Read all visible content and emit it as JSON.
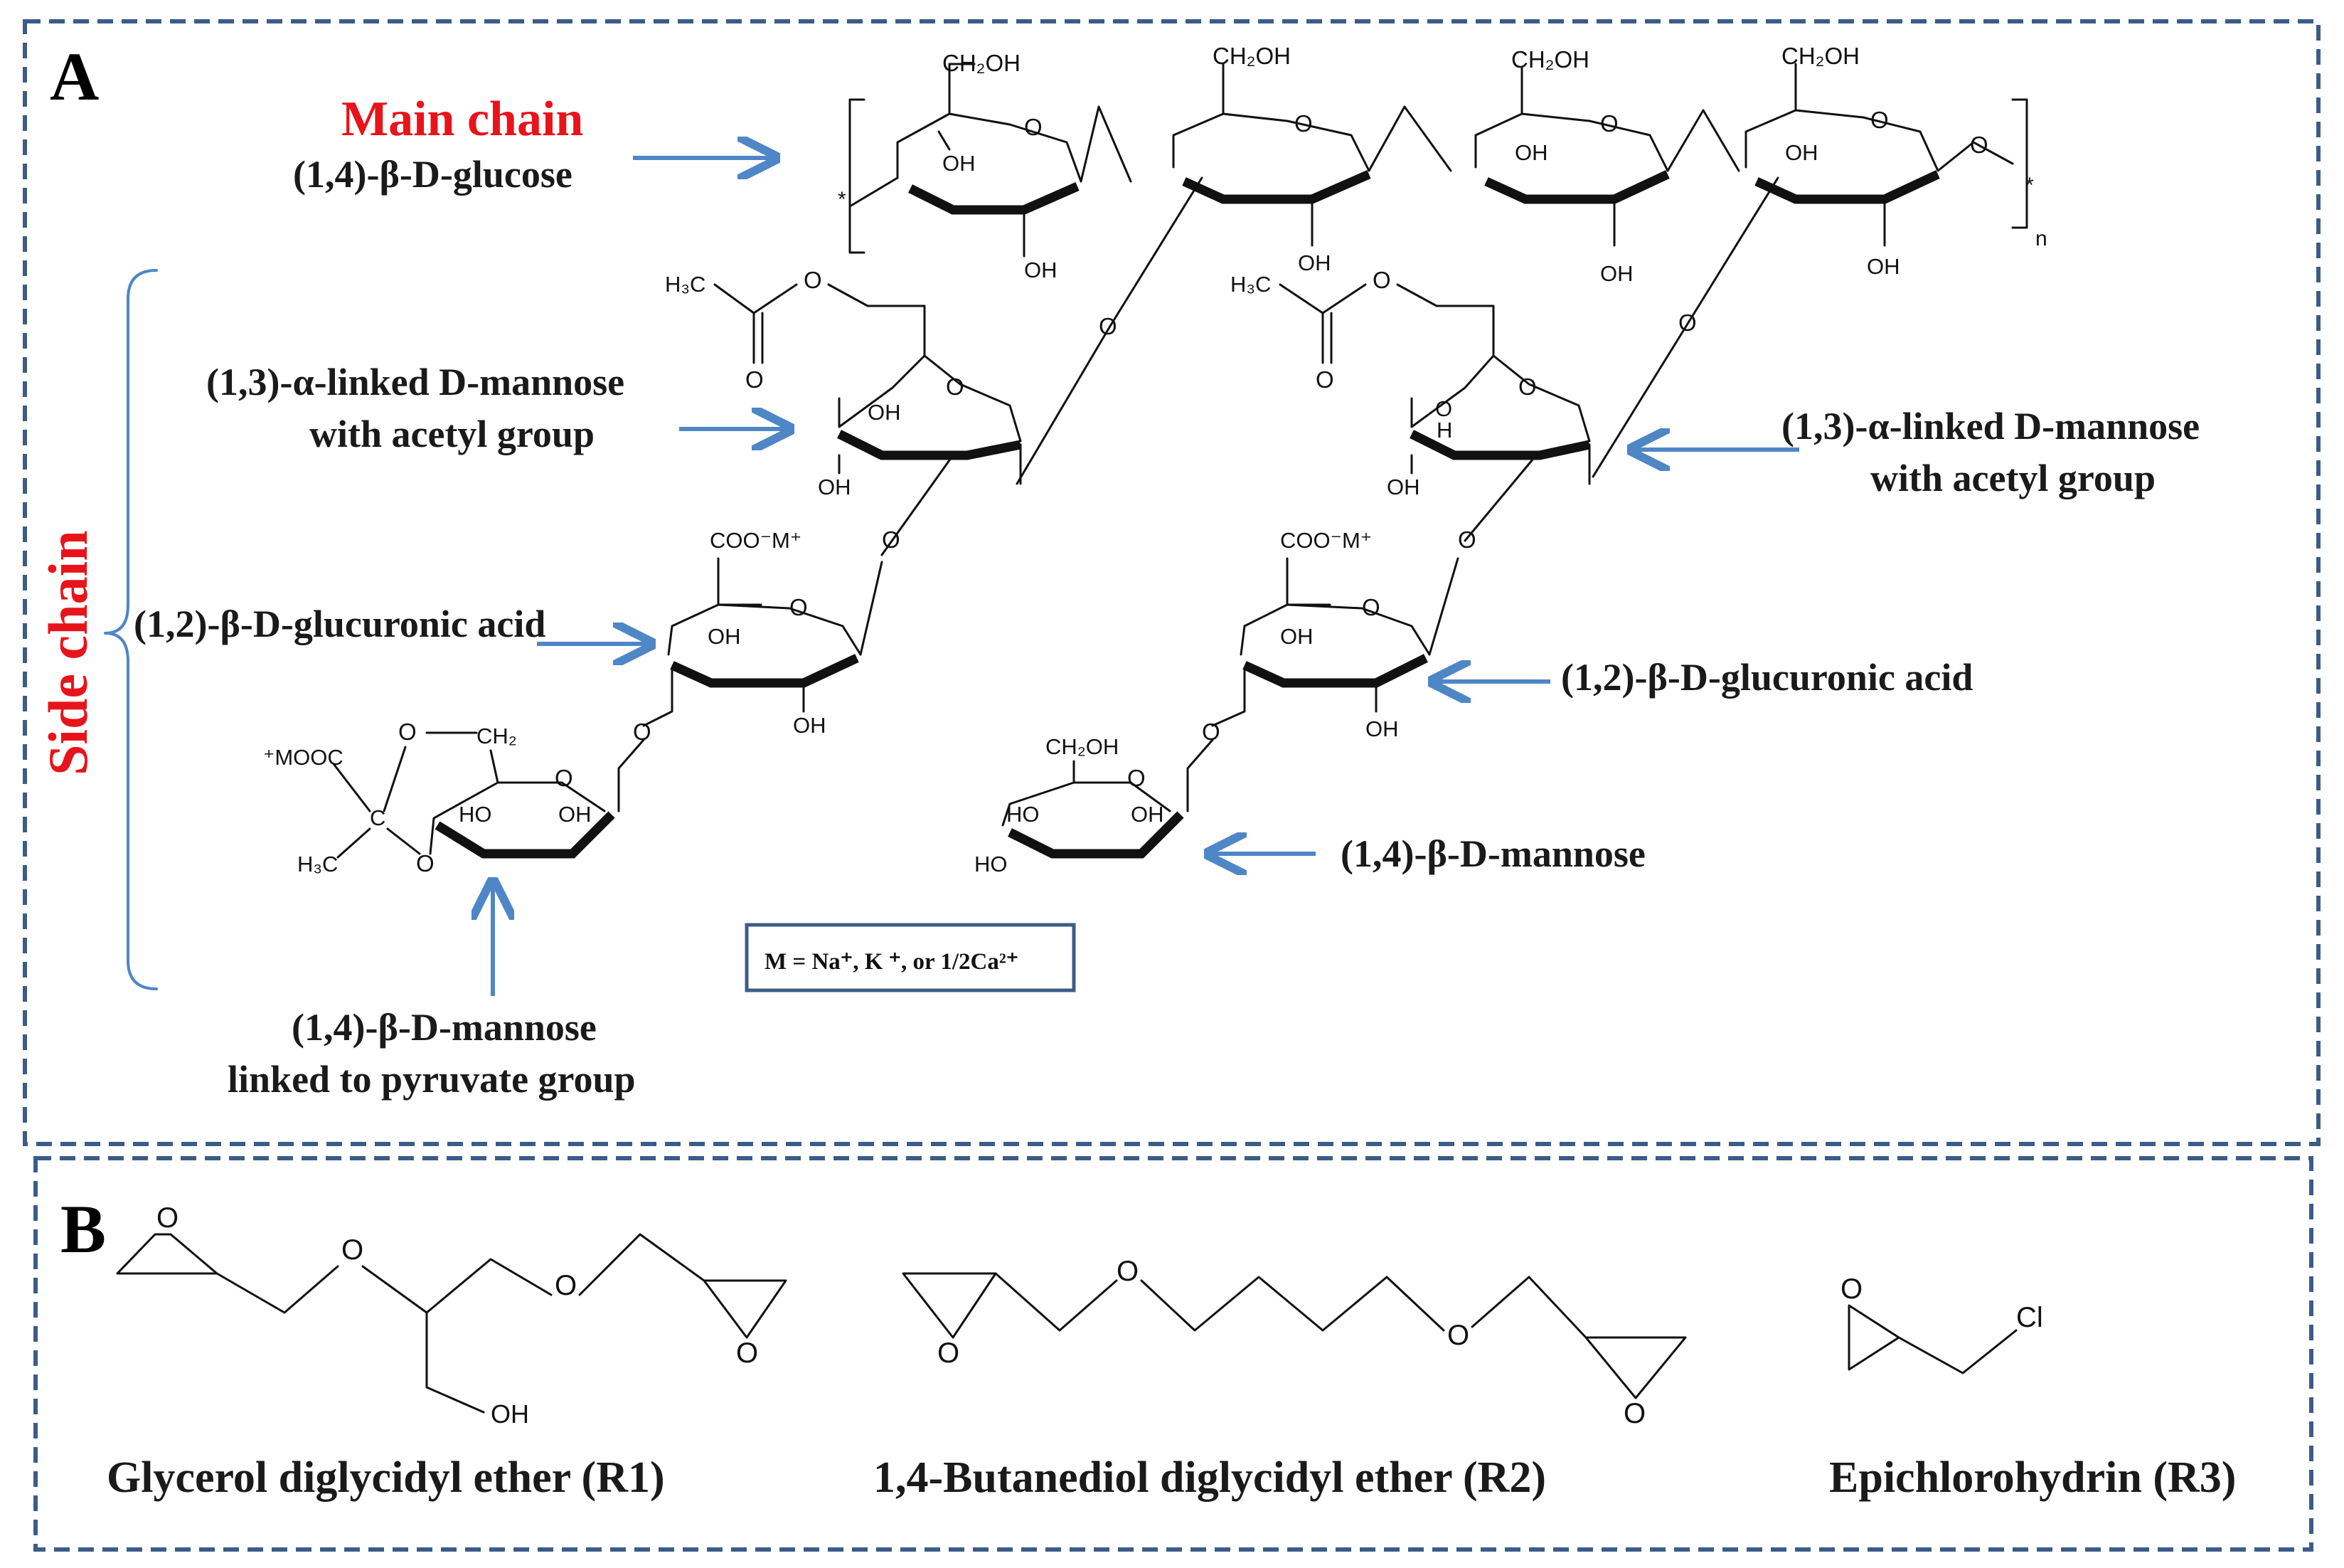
{
  "panels": {
    "a_letter": "A",
    "b_letter": "B"
  },
  "panel_a": {
    "main_chain_title": "Main chain",
    "main_chain_unit": "(1,4)-β-D-glucose",
    "side_chain_title": "Side chain",
    "mannose_acetyl_left_l1": "(1,3)-α-linked D-mannose",
    "mannose_acetyl_left_l2": "with acetyl group",
    "mannose_acetyl_right_l1": "(1,3)-α-linked D-mannose",
    "mannose_acetyl_right_l2": "with acetyl group",
    "glucuronic_left": "(1,2)-β-D-glucuronic  acid",
    "glucuronic_right": "(1,2)-β-D-glucuronic  acid",
    "mannose_right": "(1,4)-β-D-mannose",
    "mannose_pyruvate_l1": "(1,4)-β-D-mannose",
    "mannose_pyruvate_l2": "linked to pyruvate group",
    "counterion_note": "M = Na⁺, K ⁺, or 1/2Ca²⁺",
    "repeat_n": "n",
    "atoms": {
      "ch2oh": "CH₂OH",
      "oh": "OH",
      "ho": "HO",
      "o": "O",
      "h3c": "H₃C",
      "coo_m": "COO⁻M⁺",
      "m_ooc": "⁺MOOC",
      "ch2": "CH₂",
      "c": "C",
      "h": "H",
      "star": "*"
    },
    "colors": {
      "title_red": "#e8141b",
      "arrow_blue": "#4f86c6",
      "frame": "#3c5c88"
    }
  },
  "panel_b": {
    "r1_name": "Glycerol  diglycidyl  ether (R1)",
    "r2_name": "1,4-Butanediol  diglycidyl  ether (R2)",
    "r3_name": "Epichlorohydrin  (R3)",
    "atoms": {
      "o": "O",
      "oh": "OH",
      "cl": "Cl"
    }
  }
}
